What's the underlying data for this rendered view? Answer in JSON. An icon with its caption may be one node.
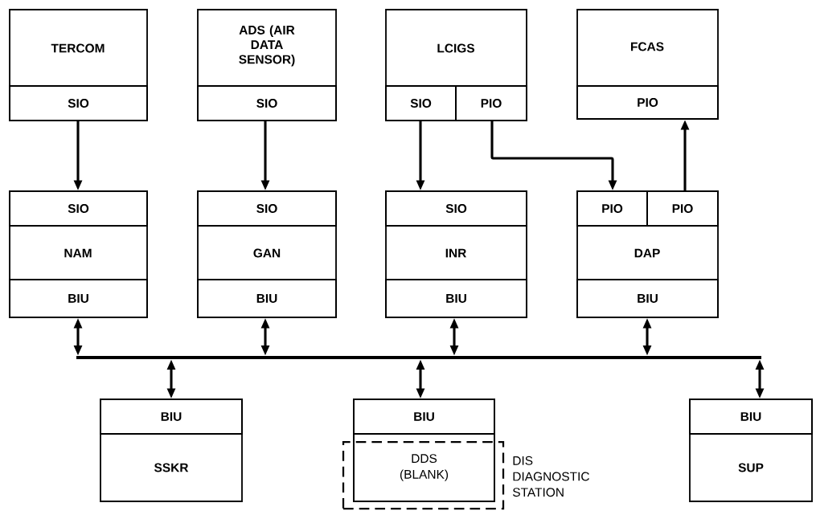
{
  "diagram": {
    "nodes": [
      {
        "text": [
          "TERCOM"
        ]
      },
      {
        "text": [
          "SIO"
        ],
        "in": 0
      },
      {
        "text": [
          "ADS (AIR DATA SENSOR)"
        ]
      },
      {
        "text": [
          "SIO"
        ],
        "in": 2
      },
      {
        "text": [
          "LCIGS"
        ]
      },
      {
        "text": [
          "SIO"
        ],
        "in": 4
      },
      {
        "text": [
          "PIO"
        ],
        "in": 4
      },
      {
        "text": [
          "FCAS"
        ]
      },
      {
        "text": [
          "PIO"
        ],
        "in": 7
      },
      {
        "text": [
          "NAM"
        ]
      },
      {
        "text": [
          "SIO"
        ],
        "in": 9
      },
      {
        "text": [
          "BIU"
        ],
        "in": 9
      },
      {
        "text": [
          "GAN"
        ]
      },
      {
        "text": [
          "SIO"
        ],
        "in": 12
      },
      {
        "text": [
          "BIU"
        ],
        "in": 12
      },
      {
        "text": [
          "INR"
        ]
      },
      {
        "text": [
          "SIO"
        ],
        "in": 15
      },
      {
        "text": [
          "BIU"
        ],
        "in": 15
      },
      {
        "text": [
          "DAP"
        ]
      },
      {
        "text": [
          "PIO"
        ],
        "in": 18
      },
      {
        "text": [
          "PIO"
        ],
        "in": 18
      },
      {
        "text": [
          "BIU"
        ],
        "in": 18
      },
      {
        "text": [],
        "shape": "bar"
      },
      {
        "text": [
          "SSKR"
        ]
      },
      {
        "text": [
          "BIU"
        ],
        "in": 23
      },
      {
        "text": [],
        "shape": "box"
      },
      {
        "text": [
          "BIU"
        ],
        "in": 25
      },
      {
        "text": [
          "DDS (BLANK)"
        ],
        "in": 25
      },
      {
        "text": [
          "DIS DIAGNOSTIC STATION"
        ]
      },
      {
        "text": [
          "SUP"
        ]
      },
      {
        "text": [
          "BIU"
        ],
        "in": 29
      }
    ],
    "edges": [
      {
        "from": 1,
        "to": 10,
        "arrow": "to"
      },
      {
        "from": 3,
        "to": 13,
        "arrow": "to"
      },
      {
        "from": 5,
        "to": 16,
        "arrow": "to"
      },
      {
        "from": 6,
        "to": 19,
        "arrow": "to"
      },
      {
        "from": 20,
        "to": 8,
        "arrow": "to"
      },
      {
        "from": 11,
        "to": 22,
        "arrow": "both"
      },
      {
        "from": 14,
        "to": 22,
        "arrow": "both"
      },
      {
        "from": 17,
        "to": 22,
        "arrow": "both"
      },
      {
        "from": 21,
        "to": 22,
        "arrow": "both"
      },
      {
        "from": 22,
        "to": 24,
        "arrow": "both"
      },
      {
        "from": 22,
        "to": 26,
        "arrow": "both"
      },
      {
        "from": 22,
        "to": 30,
        "arrow": "both"
      }
    ]
  }
}
